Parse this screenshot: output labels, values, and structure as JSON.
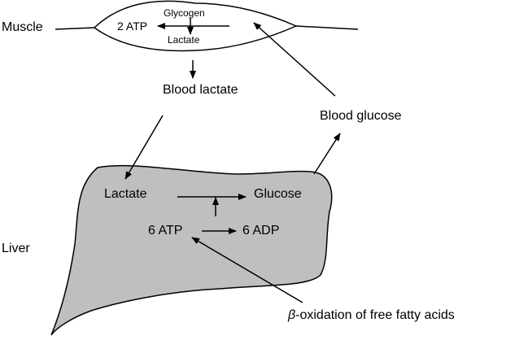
{
  "labels": {
    "muscle": "Muscle",
    "glycogen": "Glycogen",
    "two_atp": "2 ATP",
    "lactate_muscle": "Lactate",
    "blood_lactate": "Blood lactate",
    "blood_glucose": "Blood glucose",
    "lactate_liver": "Lactate",
    "glucose": "Glucose",
    "six_atp": "6 ATP",
    "six_adp": "6 ADP",
    "liver": "Liver",
    "beta_symbol": "β",
    "beta_oxidation_rest": "-oxidation of free fatty acids"
  },
  "colors": {
    "liver_fill": "#bfbfbf",
    "stroke": "#000000"
  }
}
